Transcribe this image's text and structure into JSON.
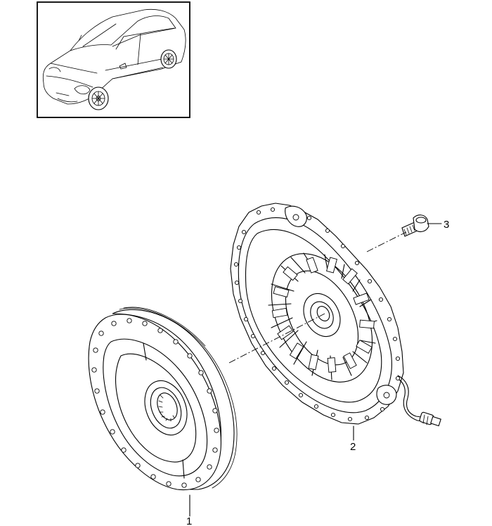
{
  "callouts": [
    {
      "id": "1",
      "label": "1"
    },
    {
      "id": "2",
      "label": "2"
    },
    {
      "id": "3",
      "label": "3"
    }
  ],
  "colors": {
    "ink": "#000000",
    "background": "#ffffff"
  },
  "icons": {
    "thumbnail": "car-thumbnail-icon"
  }
}
